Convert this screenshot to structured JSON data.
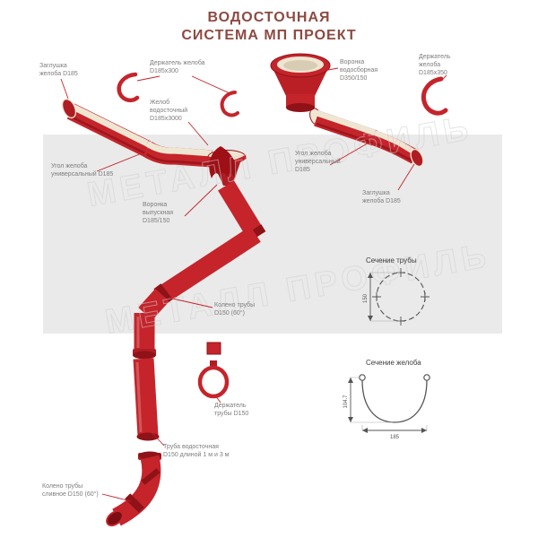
{
  "title": {
    "line1": "ВОДОСТОЧНАЯ",
    "line2": "СИСТЕМА МП ПРОЕКТ"
  },
  "watermark": "МЕТАЛЛ ПРОФИЛЬ",
  "labels": {
    "end_cap_left": "Заглушка\nжелоба D185",
    "gutter_holder_300": "Держатель желоба\nD185х300",
    "collector_funnel": "Воронка\nводосборная\nD350/150",
    "gutter_holder_350": "Держатель\nжелоба\nD185х350",
    "gutter": "Желоб\nводосточный\nD185х3000",
    "gutter_corner_left": "Угол желоба\nуниверсальный D185",
    "gutter_corner_right": "Угол желоба\nуниверсальный\nD185",
    "end_cap_right": "Заглушка\nжелоба D185",
    "outlet_funnel": "Воронка\nвыпускная\nD185/150",
    "pipe_elbow": "Колено трубы\nD150 (60°)",
    "pipe_holder": "Держатель\nтрубы D150",
    "pipe": "Труба водосточная\nD150 длиной 1 м и 3 м",
    "drain_elbow": "Колено трубы\nсливное D150 (60°)"
  },
  "cross_sections": {
    "pipe": {
      "title": "Сечение трубы",
      "diameter": "150"
    },
    "gutter": {
      "title": "Сечение желоба",
      "height": "104.7",
      "width": "185"
    }
  },
  "colors": {
    "component_red": "#c5242b",
    "dark_red": "#8f1218",
    "cream": "#efe6d2",
    "title_color": "#8d4a42",
    "label_gray": "#7d7d7d",
    "backdrop_gray": "#eaeaea"
  }
}
